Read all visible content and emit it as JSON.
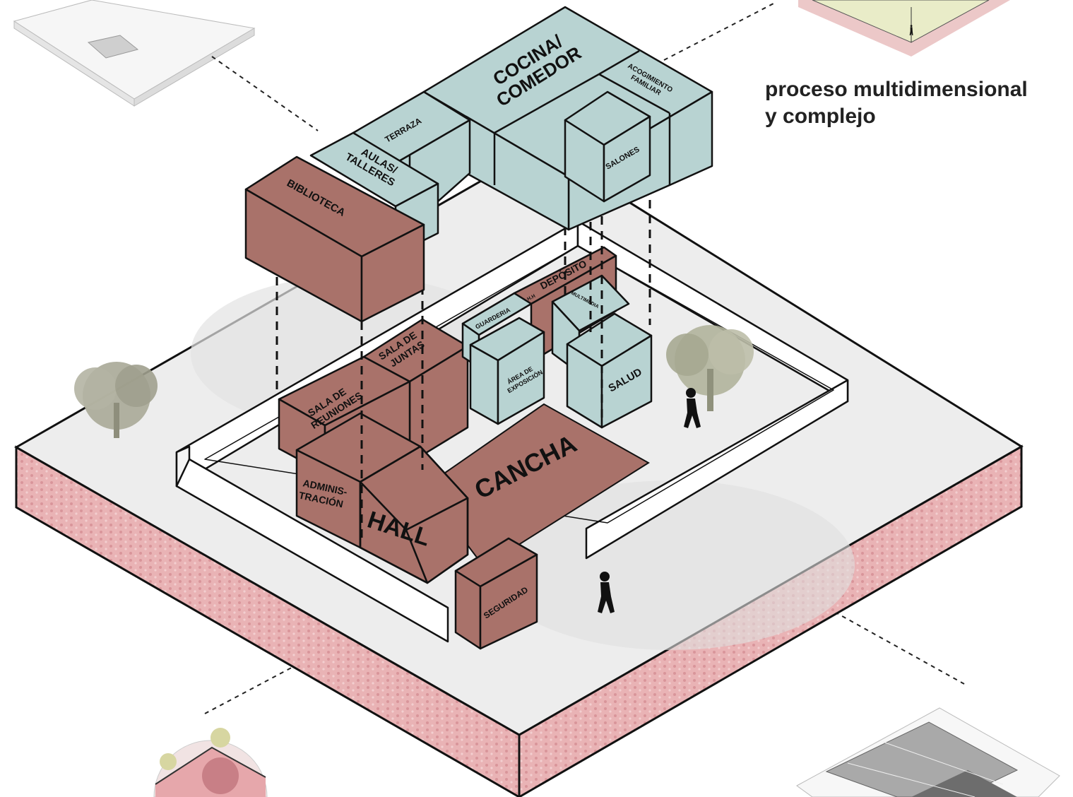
{
  "caption": {
    "line1": "proceso multidimensional",
    "line2": "y complejo"
  },
  "colors": {
    "program_red": "#a9726a",
    "program_blue": "#b8d3d2",
    "ground": "#eeeeee",
    "soil": "#e7b1b3",
    "outline": "#111111"
  },
  "rooms": {
    "cocina": [
      "COCINA/",
      "COMEDOR"
    ],
    "acogimiento": [
      "ACOGIMIENTO",
      "FAMILIAR"
    ],
    "terraza": "TERRAZA",
    "aulas": [
      "AULAS/",
      "TALLERES"
    ],
    "salones": "SALONES",
    "biblioteca": "BIBLIOTECA",
    "deposito": "DEPÓSITO",
    "sshh": "S.S.H.H",
    "multimedia": "MULTIMEDIA",
    "guarderia": "GUARDERIA",
    "exposicion": [
      "ÁREA DE",
      "EXPOSICIÓN"
    ],
    "salud": "SALUD",
    "sala_juntas": [
      "SALA DE",
      "JUNTAS"
    ],
    "sala_reuniones": [
      "SALA DE",
      "REUNIONES"
    ],
    "administracion": [
      "ADMINIS-",
      "TRACIÓN"
    ],
    "hall": "HALL",
    "cancha": "CANCHA",
    "seguridad": "SEGURIDAD"
  },
  "icons": [
    "tree-icon",
    "person-icon"
  ]
}
